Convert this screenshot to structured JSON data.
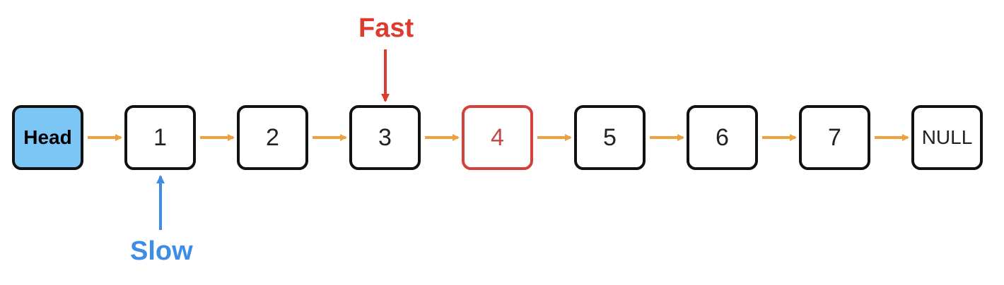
{
  "pointers": {
    "fast": {
      "label": "Fast",
      "target_index": 3,
      "color": "#dc3b2e"
    },
    "slow": {
      "label": "Slow",
      "target_index": 1,
      "color": "#3f8ce6"
    }
  },
  "nodes": [
    {
      "label": "Head",
      "kind": "head"
    },
    {
      "label": "1",
      "kind": "node"
    },
    {
      "label": "2",
      "kind": "node"
    },
    {
      "label": "3",
      "kind": "node"
    },
    {
      "label": "4",
      "kind": "highlight"
    },
    {
      "label": "5",
      "kind": "node"
    },
    {
      "label": "6",
      "kind": "node"
    },
    {
      "label": "7",
      "kind": "node"
    },
    {
      "label": "NULL",
      "kind": "null"
    }
  ],
  "colors": {
    "link": "#f0a03c",
    "head_fill": "#7cc6f5",
    "highlight": "#d5403a",
    "node_border": "#111111"
  }
}
